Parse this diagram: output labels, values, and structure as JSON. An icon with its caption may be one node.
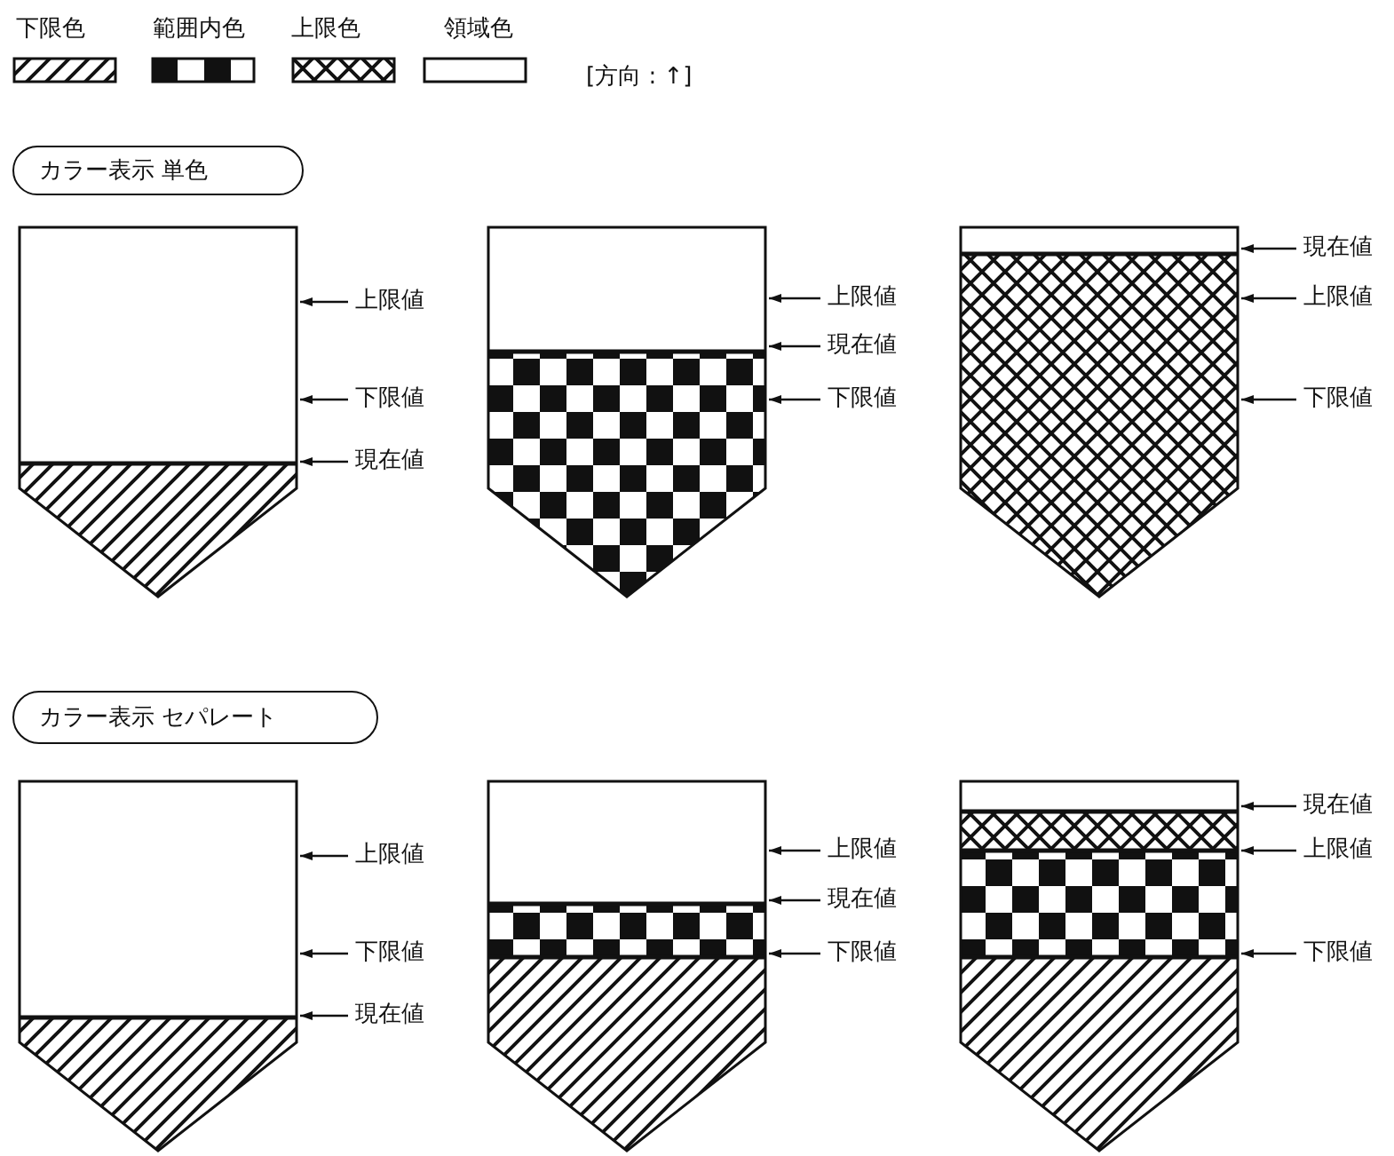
{
  "diagram": {
    "nodes": [
      {
        "text": [
          "カラー表示 単色"
        ]
      },
      {
        "text": [],
        "shape": "pentagon"
      },
      {
        "text": [
          "上限値"
        ]
      },
      {
        "text": [
          "下限値"
        ]
      },
      {
        "text": [
          "現在値"
        ]
      },
      {
        "text": [],
        "shape": "pentagon"
      },
      {
        "text": [
          "上限値"
        ]
      },
      {
        "text": [
          "現在値"
        ]
      },
      {
        "text": [
          "下限値"
        ]
      },
      {
        "text": [],
        "shape": "pentagon"
      },
      {
        "text": [
          "現在値"
        ]
      },
      {
        "text": [
          "上限値"
        ]
      },
      {
        "text": [
          "下限値"
        ]
      },
      {
        "text": [
          "カラー表示 セパレート"
        ]
      },
      {
        "text": [],
        "shape": "pentagon"
      },
      {
        "text": [
          "上限値"
        ]
      },
      {
        "text": [
          "下限値"
        ]
      },
      {
        "text": [
          "現在値"
        ]
      },
      {
        "text": [],
        "shape": "pentagon"
      },
      {
        "text": [
          "上限値"
        ]
      },
      {
        "text": [
          "現在値"
        ]
      },
      {
        "text": [
          "下限値"
        ]
      },
      {
        "text": [],
        "shape": "pentagon"
      },
      {
        "text": [
          "現在値"
        ]
      },
      {
        "text": [
          "上限値"
        ]
      },
      {
        "text": [
          "下限値"
        ]
      }
    ],
    "edges": [
      {
        "from": 2,
        "to": 1,
        "arrow": "to"
      },
      {
        "from": 3,
        "to": 1,
        "arrow": "to"
      },
      {
        "from": 4,
        "to": 1,
        "arrow": "to"
      },
      {
        "from": 6,
        "to": 5,
        "arrow": "to"
      },
      {
        "from": 7,
        "to": 5,
        "arrow": "to"
      },
      {
        "from": 8,
        "to": 5,
        "arrow": "to"
      },
      {
        "from": 10,
        "to": 9,
        "arrow": "to"
      },
      {
        "from": 11,
        "to": 9,
        "arrow": "to"
      },
      {
        "from": 12,
        "to": 9,
        "arrow": "to"
      },
      {
        "from": 15,
        "to": 14,
        "arrow": "to"
      },
      {
        "from": 16,
        "to": 14,
        "arrow": "to"
      },
      {
        "from": 17,
        "to": 14,
        "arrow": "to"
      },
      {
        "from": 19,
        "to": 18,
        "arrow": "to"
      },
      {
        "from": 20,
        "to": 18,
        "arrow": "to"
      },
      {
        "from": 21,
        "to": 18,
        "arrow": "to"
      },
      {
        "from": 23,
        "to": 22,
        "arrow": "to"
      },
      {
        "from": 24,
        "to": 22,
        "arrow": "to"
      },
      {
        "from": 25,
        "to": 22,
        "arrow": "to"
      }
    ],
    "labels": [
      "[方向 : ↑]"
    ],
    "legend": [
      {
        "text": "下限色"
      },
      {
        "text": "範囲内色"
      },
      {
        "text": "上限色"
      },
      {
        "text": "領域色",
        "color": "#ffffff"
      }
    ]
  }
}
